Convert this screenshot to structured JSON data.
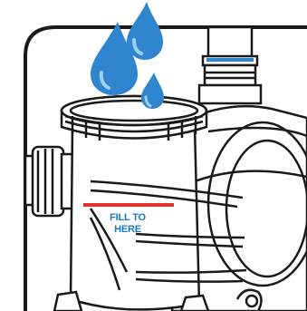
{
  "illustration": {
    "subject": "pool-pump-strainer-fill",
    "icons": [
      "water-drop-icon",
      "pump-strainer-illustration"
    ],
    "colors": {
      "water_drop": "#2f86cf",
      "water_drop_highlight": "#9fd0f4",
      "fill_line": "#e2322b",
      "fill_text": "#1a78c2",
      "outline": "#1a1a1a",
      "background": "#ffffff"
    }
  },
  "annotation": {
    "fill_line_1": "FILL TO",
    "fill_line_2": "HERE"
  }
}
